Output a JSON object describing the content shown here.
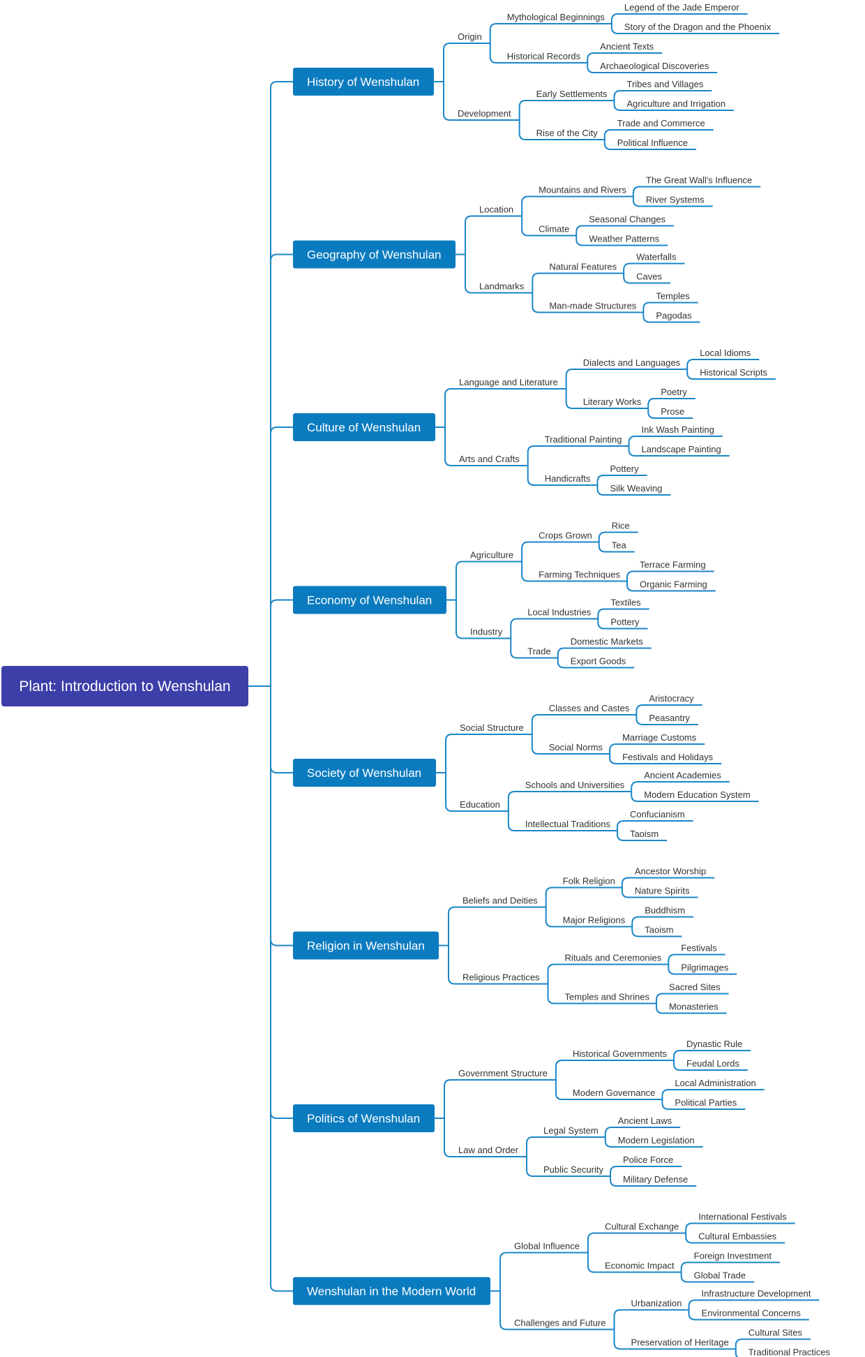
{
  "root": "Plant: Introduction to Wenshulan",
  "branches": [
    {
      "label": "History of Wenshulan",
      "children": [
        {
          "label": "Origin",
          "children": [
            {
              "label": "Mythological Beginnings",
              "children": [
                {
                  "label": "Legend of the Jade Emperor"
                },
                {
                  "label": "Story of the Dragon and the Phoenix"
                }
              ]
            },
            {
              "label": "Historical Records",
              "children": [
                {
                  "label": "Ancient Texts"
                },
                {
                  "label": "Archaeological Discoveries"
                }
              ]
            }
          ]
        },
        {
          "label": "Development",
          "children": [
            {
              "label": "Early Settlements",
              "children": [
                {
                  "label": "Tribes and Villages"
                },
                {
                  "label": "Agriculture and Irrigation"
                }
              ]
            },
            {
              "label": "Rise of the City",
              "children": [
                {
                  "label": "Trade and Commerce"
                },
                {
                  "label": "Political Influence"
                }
              ]
            }
          ]
        }
      ]
    },
    {
      "label": "Geography of Wenshulan",
      "children": [
        {
          "label": "Location",
          "children": [
            {
              "label": "Mountains and Rivers",
              "children": [
                {
                  "label": "The Great Wall's Influence"
                },
                {
                  "label": "River Systems"
                }
              ]
            },
            {
              "label": "Climate",
              "children": [
                {
                  "label": "Seasonal Changes"
                },
                {
                  "label": "Weather Patterns"
                }
              ]
            }
          ]
        },
        {
          "label": "Landmarks",
          "children": [
            {
              "label": "Natural Features",
              "children": [
                {
                  "label": "Waterfalls"
                },
                {
                  "label": "Caves"
                }
              ]
            },
            {
              "label": "Man-made Structures",
              "children": [
                {
                  "label": "Temples"
                },
                {
                  "label": "Pagodas"
                }
              ]
            }
          ]
        }
      ]
    },
    {
      "label": "Culture of Wenshulan",
      "children": [
        {
          "label": "Language and Literature",
          "children": [
            {
              "label": "Dialects and Languages",
              "children": [
                {
                  "label": "Local Idioms"
                },
                {
                  "label": "Historical Scripts"
                }
              ]
            },
            {
              "label": "Literary Works",
              "children": [
                {
                  "label": "Poetry"
                },
                {
                  "label": "Prose"
                }
              ]
            }
          ]
        },
        {
          "label": "Arts and Crafts",
          "children": [
            {
              "label": "Traditional Painting",
              "children": [
                {
                  "label": "Ink Wash Painting"
                },
                {
                  "label": "Landscape Painting"
                }
              ]
            },
            {
              "label": "Handicrafts",
              "children": [
                {
                  "label": "Pottery"
                },
                {
                  "label": "Silk Weaving"
                }
              ]
            }
          ]
        }
      ]
    },
    {
      "label": "Economy of Wenshulan",
      "children": [
        {
          "label": "Agriculture",
          "children": [
            {
              "label": "Crops Grown",
              "children": [
                {
                  "label": "Rice"
                },
                {
                  "label": "Tea"
                }
              ]
            },
            {
              "label": "Farming Techniques",
              "children": [
                {
                  "label": "Terrace Farming"
                },
                {
                  "label": "Organic Farming"
                }
              ]
            }
          ]
        },
        {
          "label": "Industry",
          "children": [
            {
              "label": "Local Industries",
              "children": [
                {
                  "label": "Textiles"
                },
                {
                  "label": "Pottery"
                }
              ]
            },
            {
              "label": "Trade",
              "children": [
                {
                  "label": "Domestic Markets"
                },
                {
                  "label": "Export Goods"
                }
              ]
            }
          ]
        }
      ]
    },
    {
      "label": "Society of Wenshulan",
      "children": [
        {
          "label": "Social Structure",
          "children": [
            {
              "label": "Classes and Castes",
              "children": [
                {
                  "label": "Aristocracy"
                },
                {
                  "label": "Peasantry"
                }
              ]
            },
            {
              "label": "Social Norms",
              "children": [
                {
                  "label": "Marriage Customs"
                },
                {
                  "label": "Festivals and Holidays"
                }
              ]
            }
          ]
        },
        {
          "label": "Education",
          "children": [
            {
              "label": "Schools and Universities",
              "children": [
                {
                  "label": "Ancient Academies"
                },
                {
                  "label": "Modern Education System"
                }
              ]
            },
            {
              "label": "Intellectual Traditions",
              "children": [
                {
                  "label": "Confucianism"
                },
                {
                  "label": "Taoism"
                }
              ]
            }
          ]
        }
      ]
    },
    {
      "label": "Religion in Wenshulan",
      "children": [
        {
          "label": "Beliefs and Deities",
          "children": [
            {
              "label": "Folk Religion",
              "children": [
                {
                  "label": "Ancestor Worship"
                },
                {
                  "label": "Nature Spirits"
                }
              ]
            },
            {
              "label": "Major Religions",
              "children": [
                {
                  "label": "Buddhism"
                },
                {
                  "label": "Taoism"
                }
              ]
            }
          ]
        },
        {
          "label": "Religious Practices",
          "children": [
            {
              "label": "Rituals and Ceremonies",
              "children": [
                {
                  "label": "Festivals"
                },
                {
                  "label": "Pilgrimages"
                }
              ]
            },
            {
              "label": "Temples and Shrines",
              "children": [
                {
                  "label": "Sacred Sites"
                },
                {
                  "label": "Monasteries"
                }
              ]
            }
          ]
        }
      ]
    },
    {
      "label": "Politics of Wenshulan",
      "children": [
        {
          "label": "Government Structure",
          "children": [
            {
              "label": "Historical Governments",
              "children": [
                {
                  "label": "Dynastic Rule"
                },
                {
                  "label": "Feudal Lords"
                }
              ]
            },
            {
              "label": "Modern Governance",
              "children": [
                {
                  "label": "Local Administration"
                },
                {
                  "label": "Political Parties"
                }
              ]
            }
          ]
        },
        {
          "label": "Law and Order",
          "children": [
            {
              "label": "Legal System",
              "children": [
                {
                  "label": "Ancient Laws"
                },
                {
                  "label": "Modern Legislation"
                }
              ]
            },
            {
              "label": "Public Security",
              "children": [
                {
                  "label": "Police Force"
                },
                {
                  "label": "Military Defense"
                }
              ]
            }
          ]
        }
      ]
    },
    {
      "label": "Wenshulan in the Modern World",
      "children": [
        {
          "label": "Global Influence",
          "children": [
            {
              "label": "Cultural Exchange",
              "children": [
                {
                  "label": "International Festivals"
                },
                {
                  "label": "Cultural Embassies"
                }
              ]
            },
            {
              "label": "Economic Impact",
              "children": [
                {
                  "label": "Foreign Investment"
                },
                {
                  "label": "Global Trade"
                }
              ]
            }
          ]
        },
        {
          "label": "Challenges and Future",
          "children": [
            {
              "label": "Urbanization",
              "children": [
                {
                  "label": "Infrastructure Development"
                },
                {
                  "label": "Environmental Concerns"
                }
              ]
            },
            {
              "label": "Preservation of Heritage",
              "children": [
                {
                  "label": "Cultural Sites"
                },
                {
                  "label": "Traditional Practices"
                }
              ]
            }
          ]
        }
      ]
    }
  ]
}
